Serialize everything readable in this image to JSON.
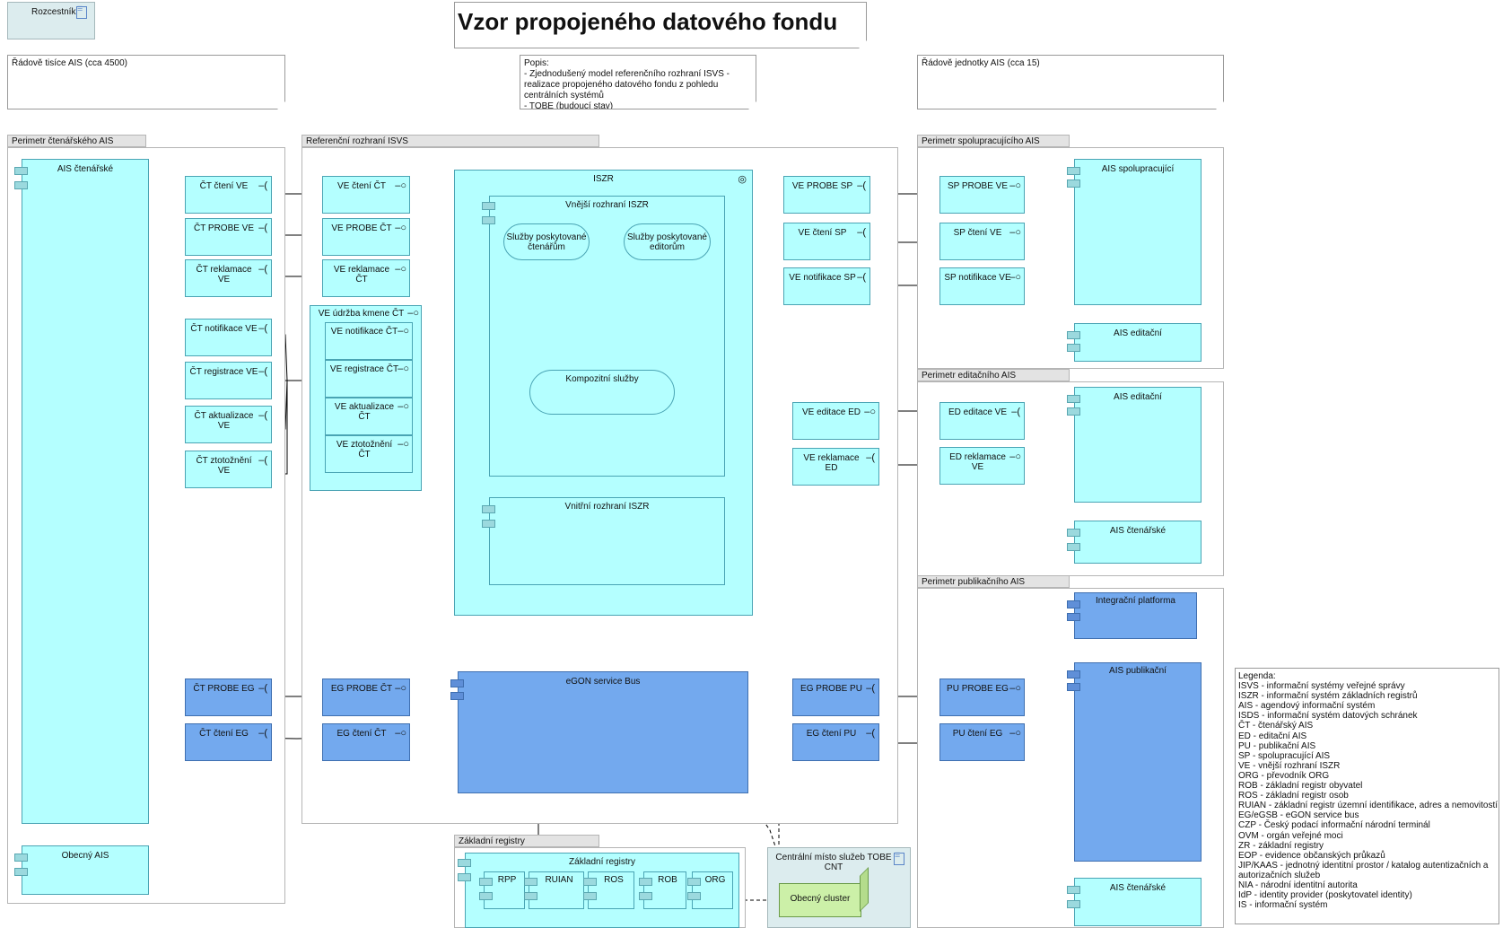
{
  "title": "Vzor propojeného datového fondu",
  "nav_button": "Rozcestník",
  "notes": {
    "left": "Řádově tisíce AIS (cca 4500)",
    "center": [
      "Popis:",
      "- Zjednodušený model referenčního rozhraní ISVS - realizace propojeného datového fondu z pohledu centrálních systémů",
      "- TOBE (budoucí stav)"
    ],
    "right": "Řádově jednotky AIS (cca 15)"
  },
  "groups": {
    "reader": "Perimetr čtenářského AIS",
    "ref": "Referenční rozhraní ISVS",
    "coop": "Perimetr spolupracujícího AIS",
    "edit": "Perimetr editačního AIS",
    "pub": "Perimetr publikačního AIS",
    "base": "Základní registry"
  },
  "reader": {
    "ais": "AIS čtenářské",
    "general": "Obecný AIS",
    "ifaces": [
      "ČT čtení VE",
      "ČT PROBE VE",
      "ČT reklamace VE",
      "ČT notifikace VE",
      "ČT registrace VE",
      "ČT aktualizace VE",
      "ČT ztotožnění VE"
    ],
    "eg": [
      "ČT PROBE EG",
      "ČT čtení EG"
    ]
  },
  "ref": {
    "ve": [
      "VE čtení ČT",
      "VE PROBE ČT",
      "VE reklamace ČT"
    ],
    "maint_title": "VE údržba kmene ČT",
    "maint": [
      "VE notifikace ČT",
      "VE registrace ČT",
      "VE aktualizace ČT",
      "VE ztotožnění ČT"
    ],
    "eg": [
      "EG PROBE ČT",
      "EG čtení ČT"
    ],
    "iszr": "ISZR",
    "outer": "Vnější rozhraní ISZR",
    "svc_readers": "Služby poskytované čtenářům",
    "svc_editors": "Služby poskytované editorům",
    "composite": "Kompozitní služby",
    "inner": "Vnitřní rozhraní ISZR",
    "bus": "eGON service Bus",
    "right_ve": [
      "VE PROBE SP",
      "VE čtení SP",
      "VE notifikace SP",
      "VE editace ED",
      "VE reklamace ED"
    ],
    "right_eg": [
      "EG PROBE PU",
      "EG čtení PU"
    ]
  },
  "coop": {
    "ifaces": [
      "SP PROBE VE",
      "SP čtení VE",
      "SP notifikace VE"
    ],
    "ais": "AIS spolupracující",
    "ais_edit": "AIS editační"
  },
  "edit": {
    "ifaces": [
      "ED editace VE",
      "ED reklamace VE"
    ],
    "ais": "AIS editační",
    "ais_read": "AIS čtenářské"
  },
  "pub": {
    "platform": "Integrační platforma",
    "ais": "AIS publikační",
    "ifaces": [
      "PU PROBE EG",
      "PU čtení EG"
    ],
    "ais_read": "AIS čtenářské"
  },
  "base": {
    "inner_title": "Základní registry",
    "regs": [
      "RPP",
      "RUIAN",
      "ROS",
      "ROB",
      "ORG"
    ]
  },
  "cnt": {
    "title": "Centrální místo služeb TOBE CNT",
    "cluster": "Obecný cluster"
  },
  "legend": [
    "Legenda:",
    "ISVS - informační systémy veřejné správy",
    "ISZR - informační systém základních registrů",
    "AIS - agendový informační systém",
    "ISDS - informační systém datových schránek",
    "ČT - čtenářský AIS",
    "ED - editační AIS",
    "PU - publikační AIS",
    "SP - spolupracující AIS",
    "VE - vnější rozhraní ISZR",
    "ORG - převodník ORG",
    "ROB - základní registr obyvatel",
    "ROS - základní registr osob",
    "RUIAN - základní registr územní identifikace, adres a nemovitostí",
    "EG/eGSB - eGON service bus",
    "CZP - Český podací informační národní terminál",
    "OVM - orgán veřejné moci",
    "ZR - základní registry",
    "EOP - evidence občanských průkazů",
    "JIP/KAAS - jednotný identitní prostor / katalog autentizačních a",
    "autorizačních služeb",
    "NIA - národní identitní autorita",
    "IdP - identity provider (poskytovatel identity)",
    "IS - informační systém"
  ],
  "colors": {
    "app": "#b4ffff",
    "tech": "#73a9ee",
    "node": "#ccf0a8"
  }
}
